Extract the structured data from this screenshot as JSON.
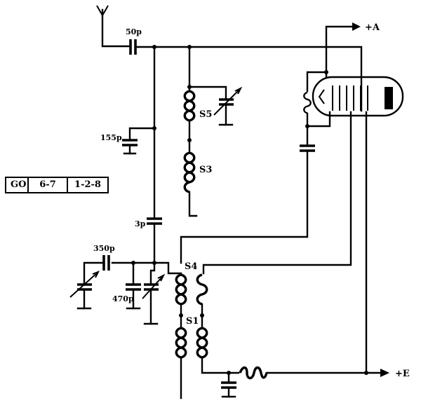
{
  "components": {
    "antenna_cap": "50p",
    "cap_155": "155p",
    "cap_3": "3p",
    "cap_350": "350p",
    "cap_470": "470p"
  },
  "coils": {
    "s5": "S5",
    "s3": "S3",
    "s4": "S4",
    "s1": "S1"
  },
  "supply": {
    "plus_a": "+A",
    "plus_e": "+E"
  },
  "band_table": [
    "GO",
    "6-7",
    "1-2-8"
  ]
}
